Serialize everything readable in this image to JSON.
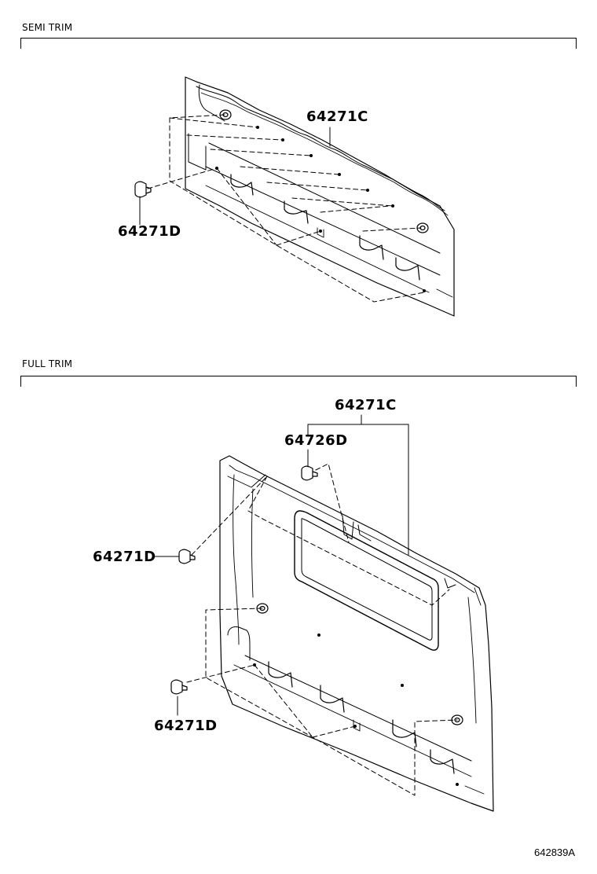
{
  "sections": {
    "semi": {
      "label": "SEMI TRIM"
    },
    "full": {
      "label": "FULL TRIM"
    }
  },
  "parts": {
    "semi_panel": "64271C",
    "semi_clip": "64271D",
    "full_panel": "64271C",
    "full_clip_top": "64726D",
    "full_clip_left": "64271D",
    "full_clip_bottom": "64271D"
  },
  "diagram_code": "642839A"
}
